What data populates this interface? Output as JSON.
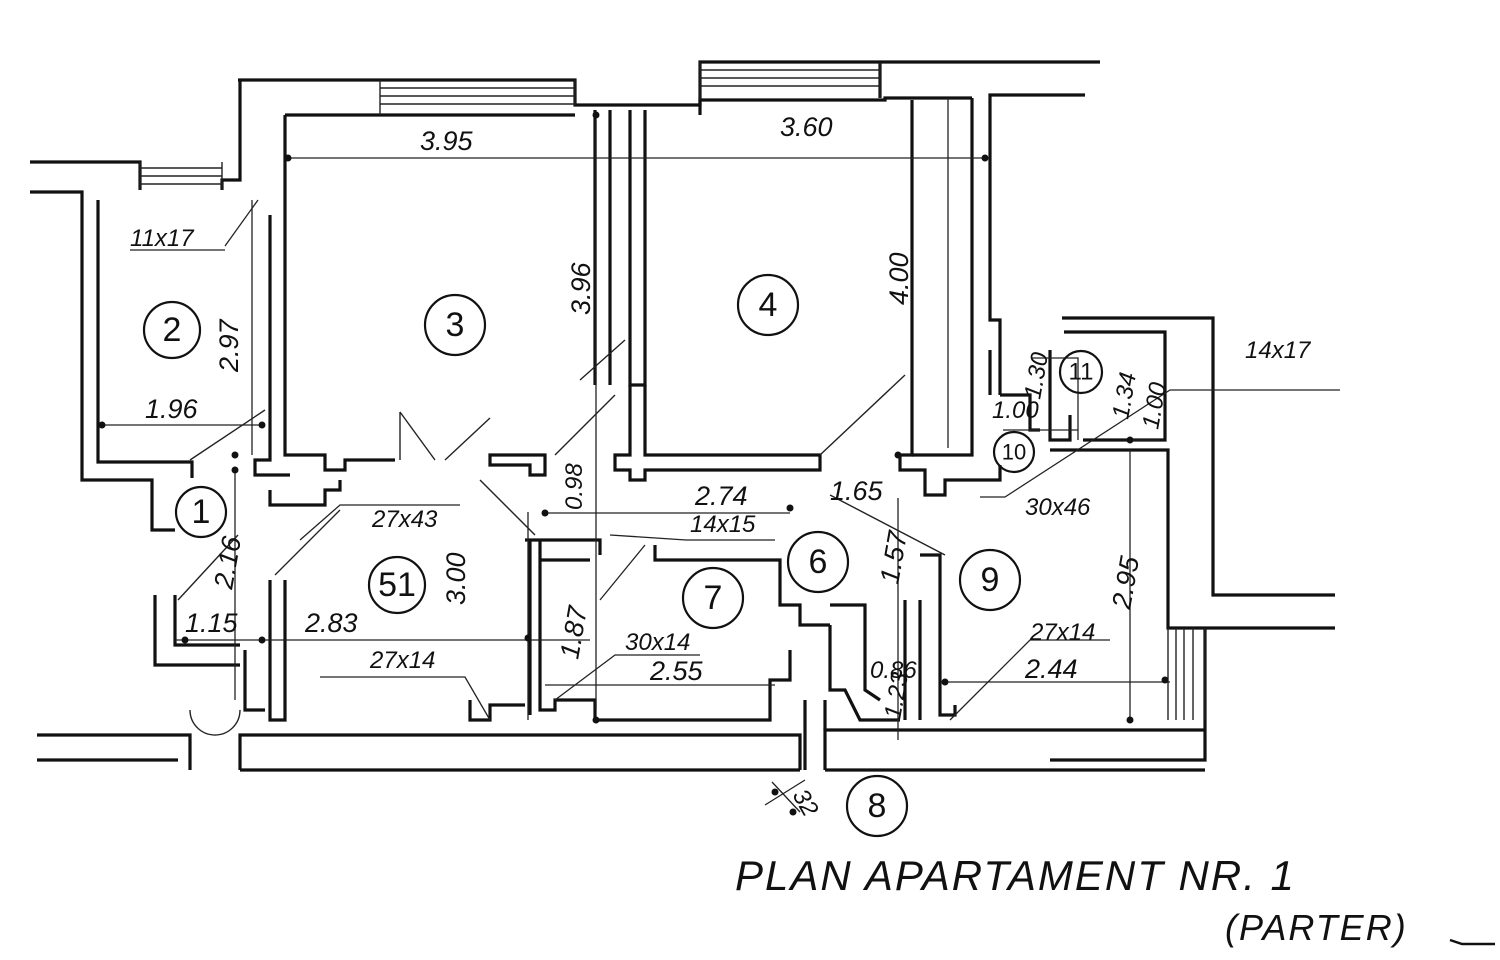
{
  "title": "PLAN APARTAMENT NR. 1",
  "subtitle": "(PARTER)",
  "rooms": [
    "1",
    "2",
    "3",
    "4",
    "51",
    "6",
    "7",
    "8",
    "9",
    "10",
    "11"
  ],
  "dimensions": {
    "d1": "3.95",
    "d2": "3.60",
    "d3": "11x17",
    "d4": "2.97",
    "d5": "1.96",
    "d6": "3.96",
    "d7": "4.00",
    "d8": "14x17",
    "d9": "1.30",
    "d10": "1.34",
    "d11": "1.00",
    "d12": "1.00",
    "d13": "2.74",
    "d14": "14x15",
    "d15": "1.65",
    "d16": "30x46",
    "d17": "27x43",
    "d18": "0.98",
    "d19": "2.16",
    "d20": "1.15",
    "d21": "2.83",
    "d22": "27x14",
    "d23": "3.00",
    "d24": "1.87",
    "d25": "30x14",
    "d26": "2.55",
    "d27": "1.57",
    "d28": "2.95",
    "d29": "27x14",
    "d30": "2.44",
    "d31": "0.86",
    "d32": "1.23",
    "d33": "32"
  }
}
